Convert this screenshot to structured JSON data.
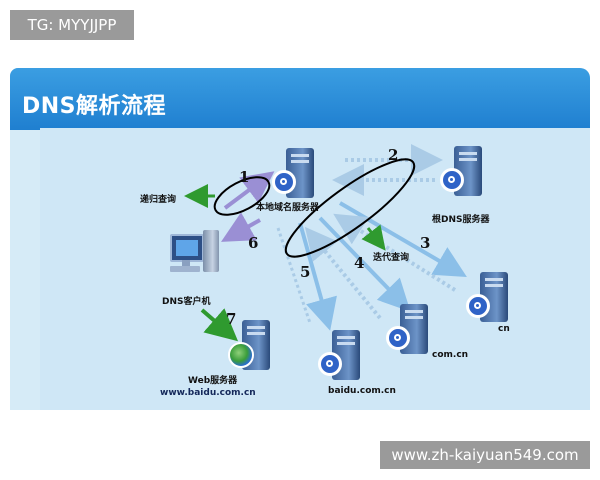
{
  "overlay": {
    "tag": "TG: MYYJJPP",
    "watermark": "www.zh-kaiyuan549.com"
  },
  "diagram": {
    "title": "DNS解析流程",
    "nodes": {
      "local_dns": "本地域名服务器",
      "root_dns": "根DNS服务器",
      "cn_server": "cn",
      "comcn_server": "com.cn",
      "baidu_server": "baidu.com.cn",
      "client": "DNS客户机",
      "web_server": "Web服务器",
      "web_url": "www.baidu.com.cn"
    },
    "labels": {
      "recursive": "递归查询",
      "iterative": "迭代查询"
    },
    "steps": [
      "1",
      "2",
      "3",
      "4",
      "5",
      "6",
      "7"
    ],
    "colors": {
      "header": "#2a8ad8",
      "background": "#cfe7f6",
      "arrow_blue": "#8bbfe8",
      "arrow_purple": "#9a8fd4",
      "arrow_green": "#2f9a2f",
      "dotted": "#aacbe6"
    }
  }
}
